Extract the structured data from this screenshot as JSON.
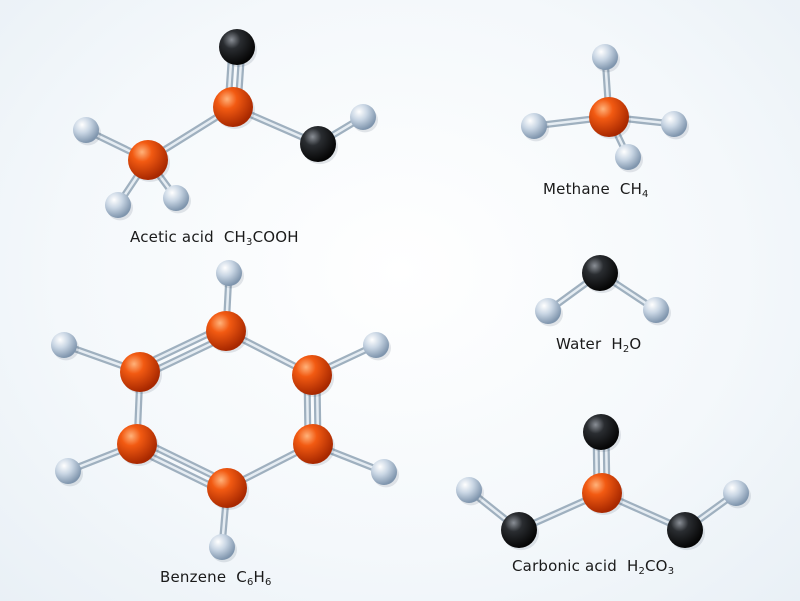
{
  "molecules": [
    {
      "id": "acetic",
      "name": "Acetic acid",
      "formula": [
        {
          "t": "CH"
        },
        {
          "t": "3",
          "sub": true
        },
        {
          "t": "COOH"
        }
      ]
    },
    {
      "id": "methane",
      "name": "Methane",
      "formula": [
        {
          "t": "CH"
        },
        {
          "t": "4",
          "sub": true
        }
      ]
    },
    {
      "id": "water",
      "name": "Water",
      "formula": [
        {
          "t": "H"
        },
        {
          "t": "2",
          "sub": true
        },
        {
          "t": "O"
        }
      ]
    },
    {
      "id": "benzene",
      "name": "Benzene",
      "formula": [
        {
          "t": "C"
        },
        {
          "t": "6",
          "sub": true
        },
        {
          "t": "H"
        },
        {
          "t": "6",
          "sub": true
        }
      ]
    },
    {
      "id": "carbonic",
      "name": "Carbonic acid",
      "formula": [
        {
          "t": "H"
        },
        {
          "t": "2",
          "sub": true
        },
        {
          "t": "CO"
        },
        {
          "t": "3",
          "sub": true
        }
      ]
    }
  ],
  "atom_colors": {
    "carbon": "#e8450a",
    "oxygen": "#1c1c1c",
    "hydrogen": "#c2cfdd"
  },
  "watermark": ""
}
